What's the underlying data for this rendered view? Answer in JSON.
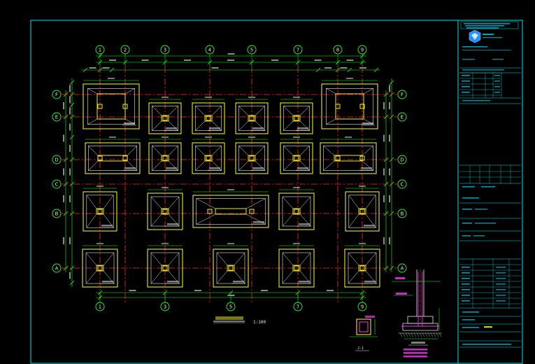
{
  "colors": {
    "background": "#000000",
    "frame": "#00e5e5",
    "dimension": "#22ff22",
    "axis": "#ff2a2a",
    "footing_outer": "#ffff33",
    "footing_inner": "#e8e8e8",
    "magenta": "#ff33ff",
    "titleblock_text": "#00d8ff"
  },
  "grid": {
    "columns_top": [
      "1",
      "2",
      "3",
      "4",
      "5",
      "7",
      "8",
      "9"
    ],
    "columns_bottom": [
      "1",
      "3",
      "5",
      "7",
      "9"
    ],
    "rows_left": [
      "F",
      "E",
      "D",
      "C",
      "B",
      "A"
    ],
    "rows_right": [
      "F",
      "E",
      "D",
      "C",
      "B",
      "A"
    ]
  },
  "plan": {
    "scale_label": "1:100"
  },
  "section": {
    "ref_label": "J-1"
  },
  "logo": {
    "icon_name": "company-logo-icon"
  }
}
